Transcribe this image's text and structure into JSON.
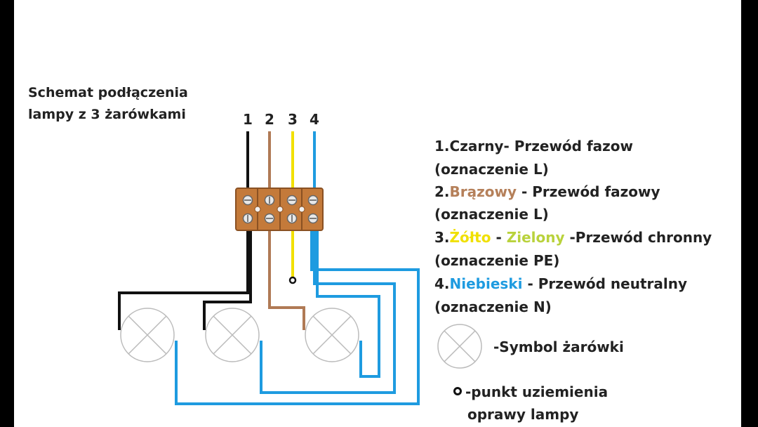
{
  "title": {
    "line1": "Schemat podłączenia",
    "line2": "lampy z 3 żarówkami"
  },
  "terminals": [
    "1",
    "2",
    "3",
    "4"
  ],
  "legend": {
    "item1": {
      "text": "1.Czarny- Przewód fazow",
      "note": "(oznaczenie L)"
    },
    "item2": {
      "prefix": "2.",
      "color_name": "Brązowy",
      "desc": " - Przewód fazowy",
      "note": "(oznaczenie L)"
    },
    "item3": {
      "prefix": "3.",
      "color_a": "Żółto",
      "sep": " - ",
      "color_b": "Zielony",
      "desc": " -Przewód chronny",
      "note": "(oznaczenie PE)"
    },
    "item4": {
      "prefix": "4.",
      "color_name": "Niebieski",
      "desc": " - Przewód neutralny",
      "note": "(oznaczenie N)"
    },
    "bulb_symbol": "-Symbol żarówki",
    "ground_line1": "-punkt uziemienia",
    "ground_line2": "oprawy lampy"
  },
  "colors": {
    "black_wire": "#111111",
    "brown_wire": "#b07a55",
    "yellow_wire": "#f2e000",
    "green_text": "#b9d23c",
    "blue_wire": "#1e9be0",
    "terminal_block": "#c47a3a"
  }
}
